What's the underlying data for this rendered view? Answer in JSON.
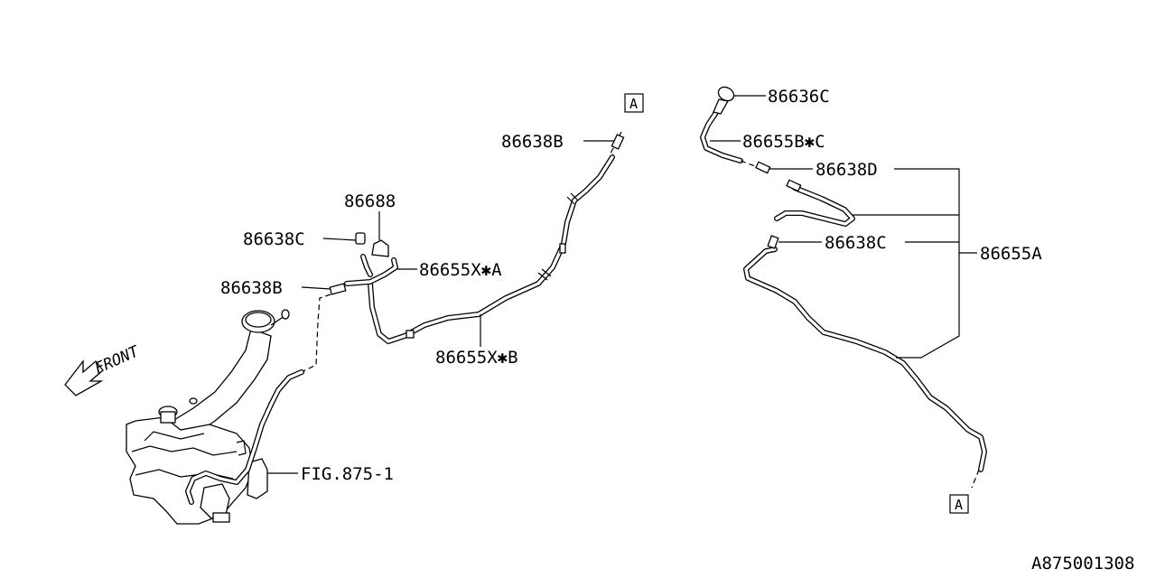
{
  "callouts": {
    "p86636C": "86636C",
    "p86655BC": "86655B✱C",
    "p86638D": "86638D",
    "p86638C_right": "86638C",
    "p86655A": "86655A",
    "p86638B_top": "86638B",
    "p86688": "86688",
    "p86638C_left": "86638C",
    "p86655XA": "86655X✱A",
    "p86638B_left": "86638B",
    "p86655XB": "86655X✱B",
    "fig": "FIG.875-1"
  },
  "refs": {
    "top": "A",
    "bottom": "A"
  },
  "front_label": "FRONT",
  "diagram_id": "A875001308"
}
